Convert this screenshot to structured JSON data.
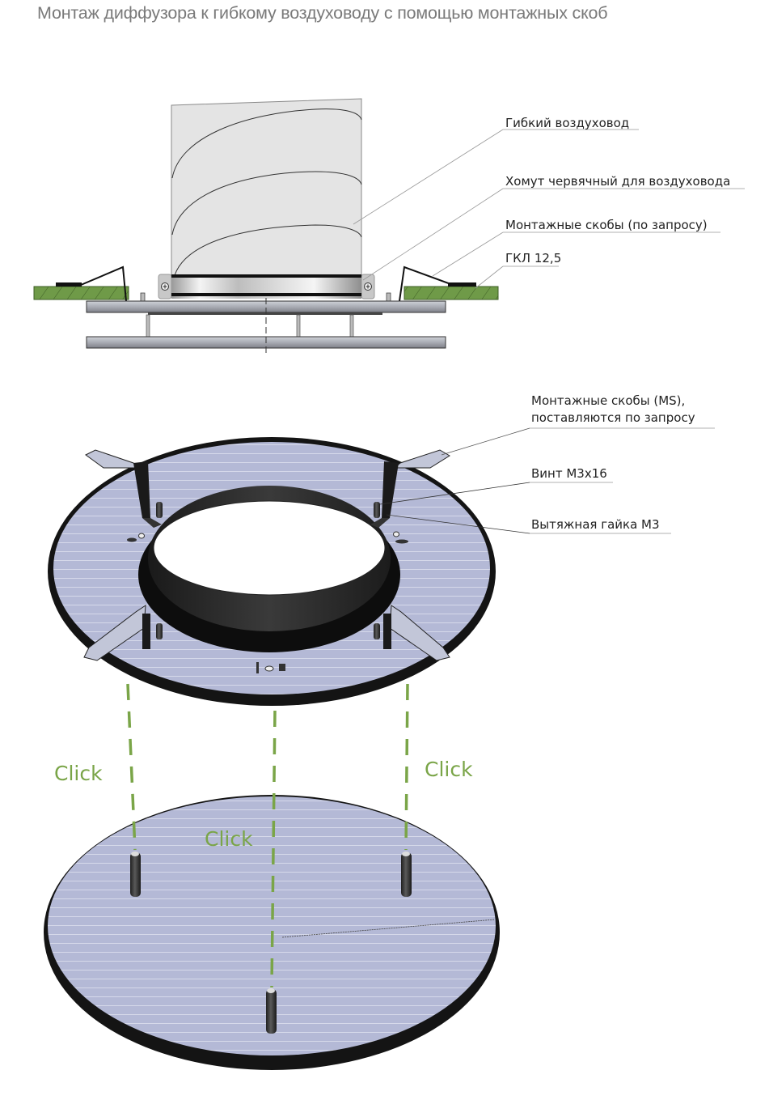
{
  "title": "Монтаж диффузора к гибкому воздуховоду с помощью монтажных скоб",
  "section_view": {
    "callouts": [
      {
        "label": "Гибкий воздуховод"
      },
      {
        "label": "Хомут червячный для воздуховода"
      },
      {
        "label": "Монтажные скобы (по запросу)"
      },
      {
        "label": "ГКЛ 12,5"
      }
    ]
  },
  "iso_view": {
    "callouts": [
      {
        "line1": "Монтажные скобы (MS),",
        "line2": "поставляются по запросу"
      },
      {
        "label": "Винт М3х16"
      },
      {
        "label": "Вытяжная гайка М3"
      }
    ]
  },
  "assembly": {
    "click_labels": [
      "Click",
      "Click",
      "Click"
    ]
  },
  "colors": {
    "title": "#7a7a7a",
    "accent_green": "#7aa548",
    "drywall": "#6f9a48",
    "plate_fill": "#b4b9d6",
    "metal_dark": "#1b1b1b",
    "duct_fill": "#e4e4e4"
  }
}
